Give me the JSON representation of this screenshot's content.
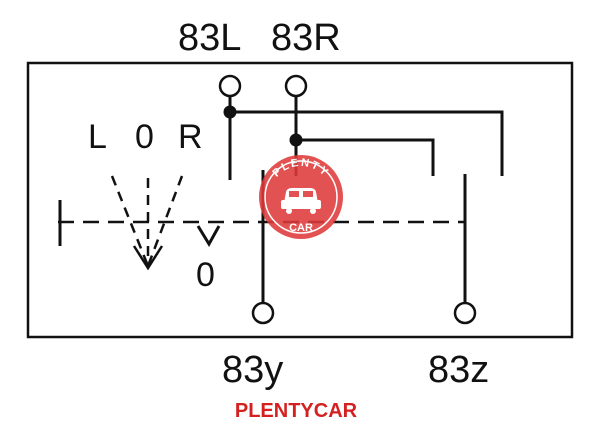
{
  "terminals": {
    "top_left": "83L",
    "top_right": "83R",
    "bottom_left": "83y",
    "bottom_right": "83z"
  },
  "switch": {
    "positions": [
      "L",
      "0",
      "R"
    ],
    "lever_neutral_label": "0"
  },
  "watermark": {
    "top_text": "PLENTY",
    "bottom_text": "CAR",
    "color": "#e03b3b",
    "icon": "car-icon"
  },
  "brand": {
    "text": "PLENTYCAR",
    "color": "#d42020"
  },
  "colors": {
    "line": "#111111",
    "background": "#ffffff"
  }
}
